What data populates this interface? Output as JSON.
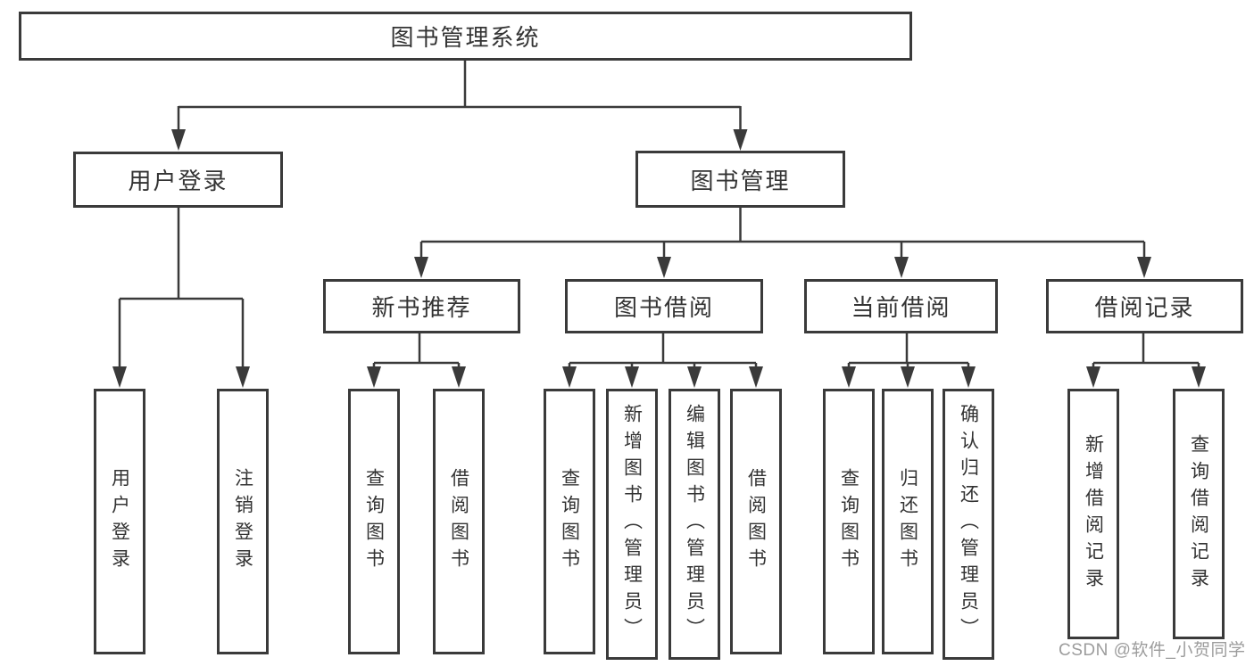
{
  "diagram": {
    "background_color": "#ffffff",
    "line_color": "#3a3a3a",
    "text_color": "#333333",
    "watermark": {
      "text": "CSDN @软件_小贺同学",
      "color": "#9c9c9c"
    },
    "root": {
      "label": "图书管理系统"
    },
    "level2": [
      {
        "id": "user-login",
        "label": "用户登录",
        "parent": "图书管理系统"
      },
      {
        "id": "book-management",
        "label": "图书管理",
        "parent": "图书管理系统"
      }
    ],
    "level3": [
      {
        "id": "new-book-recommend",
        "label": "新书推荐",
        "parent": "图书管理"
      },
      {
        "id": "book-borrow",
        "label": "图书借阅",
        "parent": "图书管理"
      },
      {
        "id": "current-borrow",
        "label": "当前借阅",
        "parent": "图书管理"
      },
      {
        "id": "borrow-records",
        "label": "借阅记录",
        "parent": "图书管理"
      }
    ],
    "leaves": [
      {
        "id": "user-login-leaf",
        "label": "用户登录",
        "parent": "用户登录"
      },
      {
        "id": "logout",
        "label": "注销登录",
        "parent": "用户登录"
      },
      {
        "id": "query-books-recommend",
        "label": "查询图书",
        "parent": "新书推荐"
      },
      {
        "id": "borrow-books-recommend",
        "label": "借阅图书",
        "parent": "新书推荐"
      },
      {
        "id": "query-books-borrow",
        "label": "查询图书",
        "parent": "图书借阅"
      },
      {
        "id": "add-book-admin",
        "label": "新增图书（管理员）",
        "parent": "图书借阅"
      },
      {
        "id": "edit-book-admin",
        "label": "编辑图书（管理员）",
        "parent": "图书借阅"
      },
      {
        "id": "borrow-books",
        "label": "借阅图书",
        "parent": "图书借阅"
      },
      {
        "id": "query-books-current",
        "label": "查询图书",
        "parent": "当前借阅"
      },
      {
        "id": "return-books",
        "label": "归还图书",
        "parent": "当前借阅"
      },
      {
        "id": "confirm-return-admin",
        "label": "确认归还（管理员）",
        "parent": "当前借阅"
      },
      {
        "id": "add-borrow-record",
        "label": "新增借阅记录",
        "parent": "借阅记录"
      },
      {
        "id": "query-borrow-record",
        "label": "查询借阅记录",
        "parent": "借阅记录"
      }
    ]
  }
}
